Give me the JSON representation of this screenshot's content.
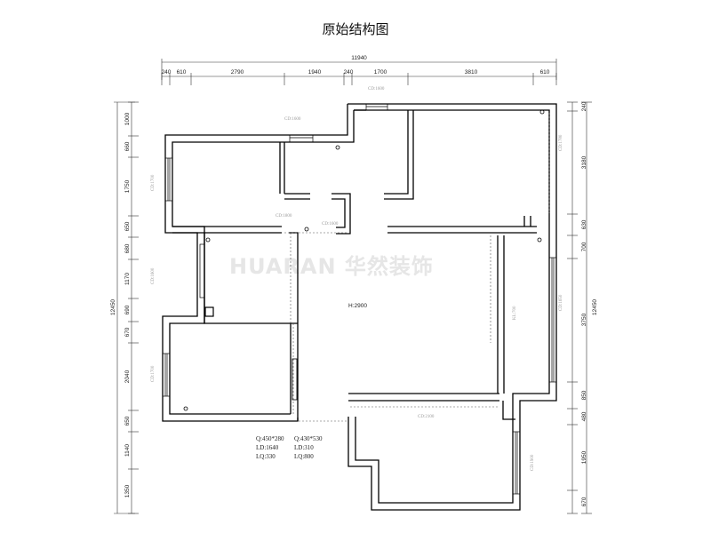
{
  "title": "原始结构图",
  "watermark": "HUARAN 华然装饰",
  "top_dims": {
    "total": "11940",
    "segments": [
      "240",
      "610",
      "2790",
      "1940",
      "240",
      "1700",
      "3810",
      "610"
    ]
  },
  "left_dims": {
    "total": "12450",
    "segments": [
      "1000",
      "660",
      "1750",
      "650",
      "680",
      "1170",
      "690",
      "670",
      "2040",
      "650",
      "1140",
      "1350"
    ]
  },
  "right_dims": {
    "total": "12450",
    "segments": [
      "240",
      "3180",
      "630",
      "700",
      "3750",
      "850",
      "480",
      "1950",
      "670"
    ]
  },
  "ceiling_height_label": "H:2900",
  "beam_notes": {
    "left": [
      "Q:450*280",
      "LD:1640",
      "LQ:330"
    ],
    "right": [
      "Q:430*530",
      "LD:310",
      "LQ:800"
    ]
  },
  "faint_labels": [
    "CD:1600",
    "CD:1600",
    "CD:1700",
    "CD:1780",
    "CD:1600",
    "CD:1650",
    "CD:1700",
    "CD:1900",
    "CD:1800",
    "CD:2100",
    "CD:1600",
    "KL:700"
  ]
}
